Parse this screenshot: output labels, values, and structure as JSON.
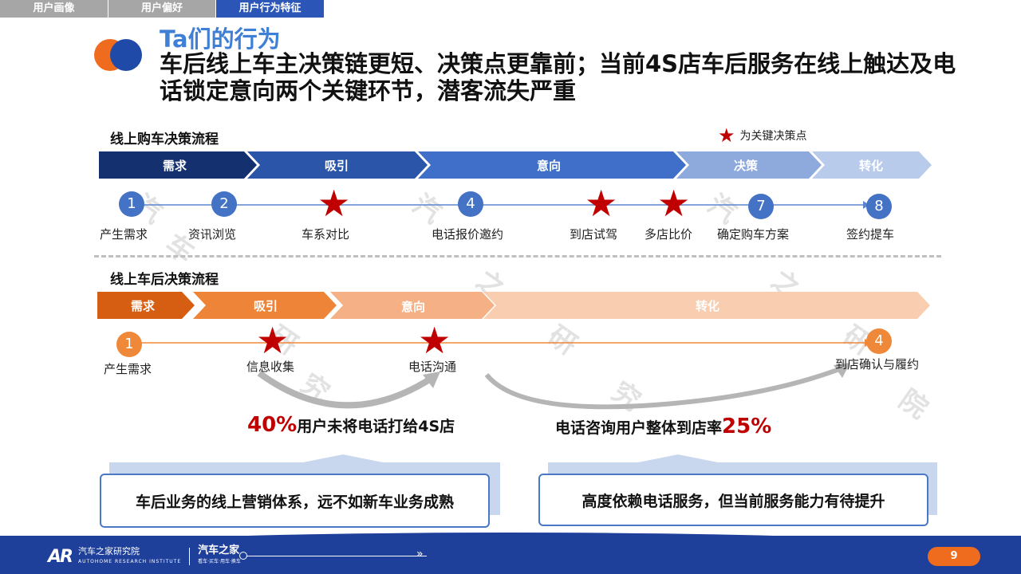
{
  "tabs": [
    {
      "label": "用户画像"
    },
    {
      "label": "用户偏好"
    },
    {
      "label": "用户行为特征"
    }
  ],
  "subtitle": "Ta们的行为",
  "headline": "车后线上车主决策链更短、决策点更靠前；当前4S店车后服务在线上触达及电话锁定意向两个关键环节，潜客流失严重",
  "legend": {
    "label": "为关键决策点"
  },
  "purchase": {
    "title": "线上购车决策流程",
    "stages": [
      "需求",
      "吸引",
      "意向",
      "决策",
      "转化"
    ],
    "steps": [
      {
        "num": "1",
        "label": "产生需求"
      },
      {
        "num": "2",
        "label": "资讯浏览"
      },
      {
        "num": "",
        "label": "车系对比"
      },
      {
        "num": "4",
        "label": "电话报价邀约"
      },
      {
        "num": "",
        "label": "到店试驾"
      },
      {
        "num": "",
        "label": "多店比价"
      },
      {
        "num": "7",
        "label": "确定购车方案"
      },
      {
        "num": "8",
        "label": "签约提车"
      }
    ]
  },
  "aftersale": {
    "title": "线上车后决策流程",
    "stages": [
      "需求",
      "吸引",
      "意向",
      "转化"
    ],
    "steps": [
      {
        "num": "1",
        "label": "产生需求"
      },
      {
        "num": "",
        "label": "信息收集"
      },
      {
        "num": "",
        "label": "电话沟通"
      },
      {
        "num": "4",
        "label": "到店确认与履约"
      }
    ]
  },
  "stats": {
    "left_num": "40%",
    "left_text": "用户未将电话打给4S店",
    "right_text": "电话咨询用户整体到店率",
    "right_num": "25%"
  },
  "boxes": {
    "left": "车后业务的线上营销体系，远不如新车业务成熟",
    "right": "高度依赖电话服务，但当前服务能力有待提升"
  },
  "footer": {
    "brand_ar": "AR",
    "institute": "汽车之家研究院",
    "institute_en": "AUTOHOME RESEARCH INSTITUTE",
    "home": "汽车之家",
    "home_sub": "看车·买车·用车·换车",
    "page": "9"
  },
  "colors": {
    "blue_dark": "#14306e",
    "blue_mid": "#2e5fb4",
    "blue_accent": "#4472c4",
    "orange_dark": "#d65e12",
    "orange_mid": "#f0883a",
    "star_red": "#c00000"
  }
}
